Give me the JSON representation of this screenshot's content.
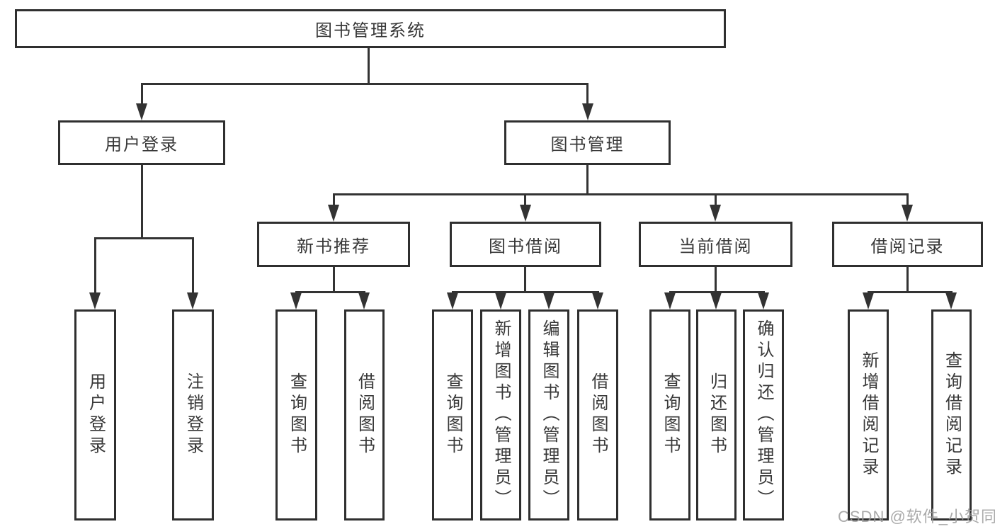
{
  "diagram": {
    "root": {
      "label": "图书管理系统"
    },
    "branches": [
      {
        "label": "用户登录",
        "children": [
          {
            "label": "用户登录"
          },
          {
            "label": "注销登录"
          }
        ]
      },
      {
        "label": "图书管理",
        "children": [
          {
            "label": "新书推荐",
            "children": [
              {
                "label": "查询图书"
              },
              {
                "label": "借阅图书"
              }
            ]
          },
          {
            "label": "图书借阅",
            "children": [
              {
                "label": "查询图书"
              },
              {
                "label": "新增图书（管理员）"
              },
              {
                "label": "编辑图书（管理员）"
              },
              {
                "label": "借阅图书"
              }
            ]
          },
          {
            "label": "当前借阅",
            "children": [
              {
                "label": "查询图书"
              },
              {
                "label": "归还图书"
              },
              {
                "label": "确认归还（管理员）"
              }
            ]
          },
          {
            "label": "借阅记录",
            "children": [
              {
                "label": "新增借阅记录"
              },
              {
                "label": "查询借阅记录"
              }
            ]
          }
        ]
      }
    ]
  },
  "watermark": {
    "text": "CSDN @软件_小贺同学"
  },
  "colors": {
    "line": "#333333",
    "border": "#2f2f2f",
    "text": "#383838",
    "watermark": "#9b9b9b",
    "background": "#ffffff"
  }
}
